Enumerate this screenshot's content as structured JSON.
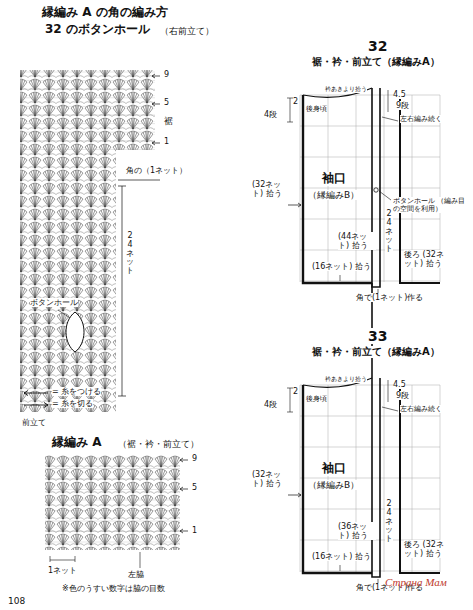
{
  "diagram": {
    "labels": [
      "縁編み A の角の編み方",
      "32 のボタンホール",
      "（右前立て）",
      "9",
      "5",
      "裾",
      "1",
      "角の（1ネット）",
      "24ネット",
      "ボタンホール",
      "前立て",
      "縁編み A",
      "（裾・衿・前立て）",
      "9",
      "5",
      "1",
      "1ネット",
      "左脇",
      "※色のうすい数字は脇の目数",
      "108",
      "32",
      "裾・衿・前立て（縁編みA）",
      "2",
      "4段",
      "後身頃",
      "衿あきより拾う",
      "4.5",
      "9段",
      "左右編み続く",
      "(32ネット) 拾う",
      "袖口",
      "（縁編みB）",
      "ボタンホール （編み目の空間を利用）",
      "(44ネット) 拾う",
      "24ネット",
      "(16ネット) 拾う",
      "後ろ (32ネット) 拾う",
      "角で(1ネット)作る",
      "33",
      "裾・衿・前立て（縁編みA）",
      "2",
      "4段",
      "後身頃",
      "衿あきより拾う",
      "4.5",
      "9段",
      "左右編み続く",
      "(32ネット) 拾う",
      "袖口",
      "（縁編みB）",
      "(36ネット) 拾う",
      "24ネット",
      "(16ネット) 拾う",
      "後ろ (32ネット) 拾う",
      "角で(1ネット)作る",
      "Страна Мам"
    ],
    "legend": [
      {
        "text": "= 糸をつける"
      },
      {
        "text": "= 糸を切る"
      }
    ]
  }
}
